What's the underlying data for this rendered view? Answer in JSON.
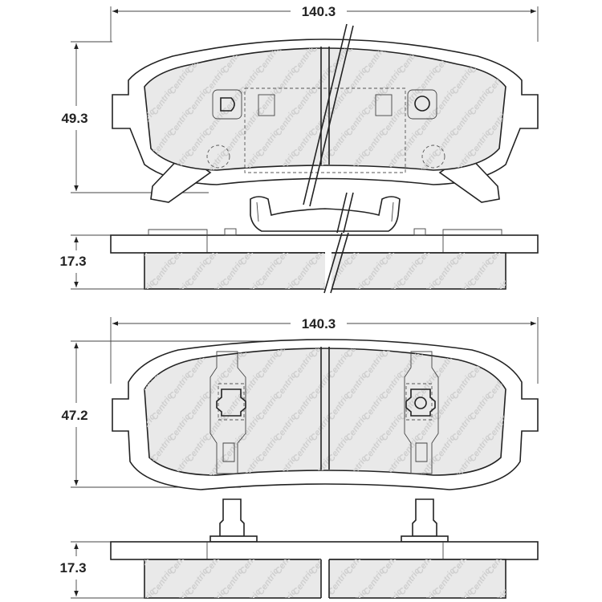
{
  "dimensions": {
    "top_pad_width": "140.3",
    "top_pad_height": "49.3",
    "top_pad_thickness": "17.3",
    "bottom_pad_width": "140.3",
    "bottom_pad_height": "47.2",
    "bottom_pad_thickness": "17.3"
  },
  "watermark": "Centric"
}
